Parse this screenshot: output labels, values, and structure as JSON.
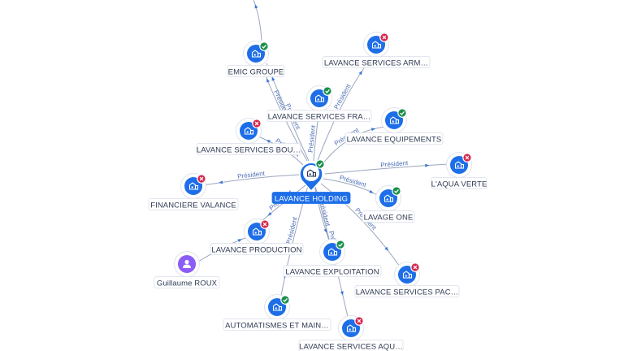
{
  "center": {
    "label": "LAVANCE HOLDING",
    "status": "active",
    "icon": "building-icon"
  },
  "nodes": [
    {
      "key": "emic",
      "label": "EMIC GROUPE",
      "status": "active",
      "icon": "building-icon"
    },
    {
      "key": "arm",
      "label": "LAVANCE SERVICES ARM…",
      "status": "inactive",
      "icon": "building-icon"
    },
    {
      "key": "fra",
      "label": "LAVANCE SERVICES FRA…",
      "status": "active",
      "icon": "building-icon"
    },
    {
      "key": "equip",
      "label": "LAVANCE EQUIPEMENTS",
      "status": "active",
      "icon": "building-icon"
    },
    {
      "key": "bou",
      "label": "LAVANCE SERVICES BOU…",
      "status": "inactive",
      "icon": "building-icon"
    },
    {
      "key": "aqua",
      "label": "L'AQUA VERTE",
      "status": "inactive",
      "icon": "building-icon"
    },
    {
      "key": "fin",
      "label": "FINANCIERE VALANCE",
      "status": "inactive",
      "icon": "building-icon"
    },
    {
      "key": "lavage",
      "label": "LAVAGE ONE",
      "status": "active",
      "icon": "building-icon"
    },
    {
      "key": "prod",
      "label": "LAVANCE PRODUCTION",
      "status": "inactive",
      "icon": "building-icon"
    },
    {
      "key": "roux",
      "label": "Guillaume ROUX",
      "status": "none",
      "icon": "person-icon"
    },
    {
      "key": "expl",
      "label": "LAVANCE EXPLOITATION",
      "status": "active",
      "icon": "building-icon"
    },
    {
      "key": "pac",
      "label": "LAVANCE SERVICES PAC…",
      "status": "inactive",
      "icon": "building-icon"
    },
    {
      "key": "auto",
      "label": "AUTOMATISMES ET MAIN…",
      "status": "active",
      "icon": "building-icon"
    },
    {
      "key": "aqu",
      "label": "LAVANCE SERVICES AQU…",
      "status": "inactive",
      "icon": "building-icon"
    }
  ],
  "edges": [
    {
      "key": "emic",
      "text": "Président"
    },
    {
      "key": "arm",
      "text": "Président"
    },
    {
      "key": "fra",
      "text": "Président"
    },
    {
      "key": "equip",
      "text": "Président"
    },
    {
      "key": "bou",
      "text": "Président"
    },
    {
      "key": "aqua",
      "text": "Président"
    },
    {
      "key": "fin",
      "text": "Président"
    },
    {
      "key": "lavage",
      "text": "Président"
    },
    {
      "key": "prod",
      "text": "Président"
    },
    {
      "key": "expl",
      "text": "Président"
    },
    {
      "key": "pac",
      "text": "Président"
    },
    {
      "key": "auto",
      "text": "Président"
    },
    {
      "key": "aqu",
      "text": "Président"
    },
    {
      "key": "emic_extra",
      "text": "Président"
    },
    {
      "key": "roux_prod",
      "text": ""
    },
    {
      "key": "offscreen_top",
      "text": ""
    }
  ],
  "colors": {
    "node_fill": "#1d6ee8",
    "person_fill": "#8b5cf6",
    "active_badge": "#1a8f4c",
    "inactive_badge": "#d7264b",
    "edge": "#9aa6bd",
    "edge_label": "#4f6fb8",
    "highlight_label": "#1d6ee8"
  }
}
